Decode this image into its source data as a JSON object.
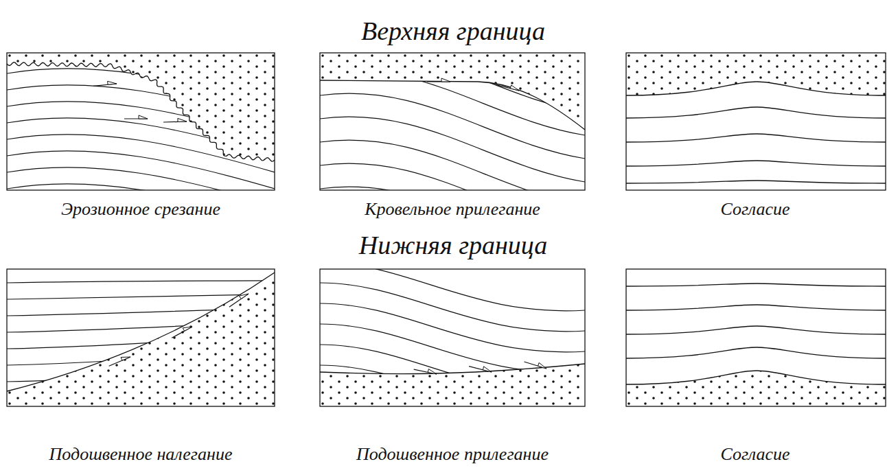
{
  "diagram": {
    "labels": [
      "Верхняя граница",
      "Эрозионное срезание",
      "Кровельное прилегание",
      "Согласие",
      "Нижняя граница",
      "Подошвенное налегание",
      "Подошвенное прилегание",
      "Согласие"
    ]
  }
}
